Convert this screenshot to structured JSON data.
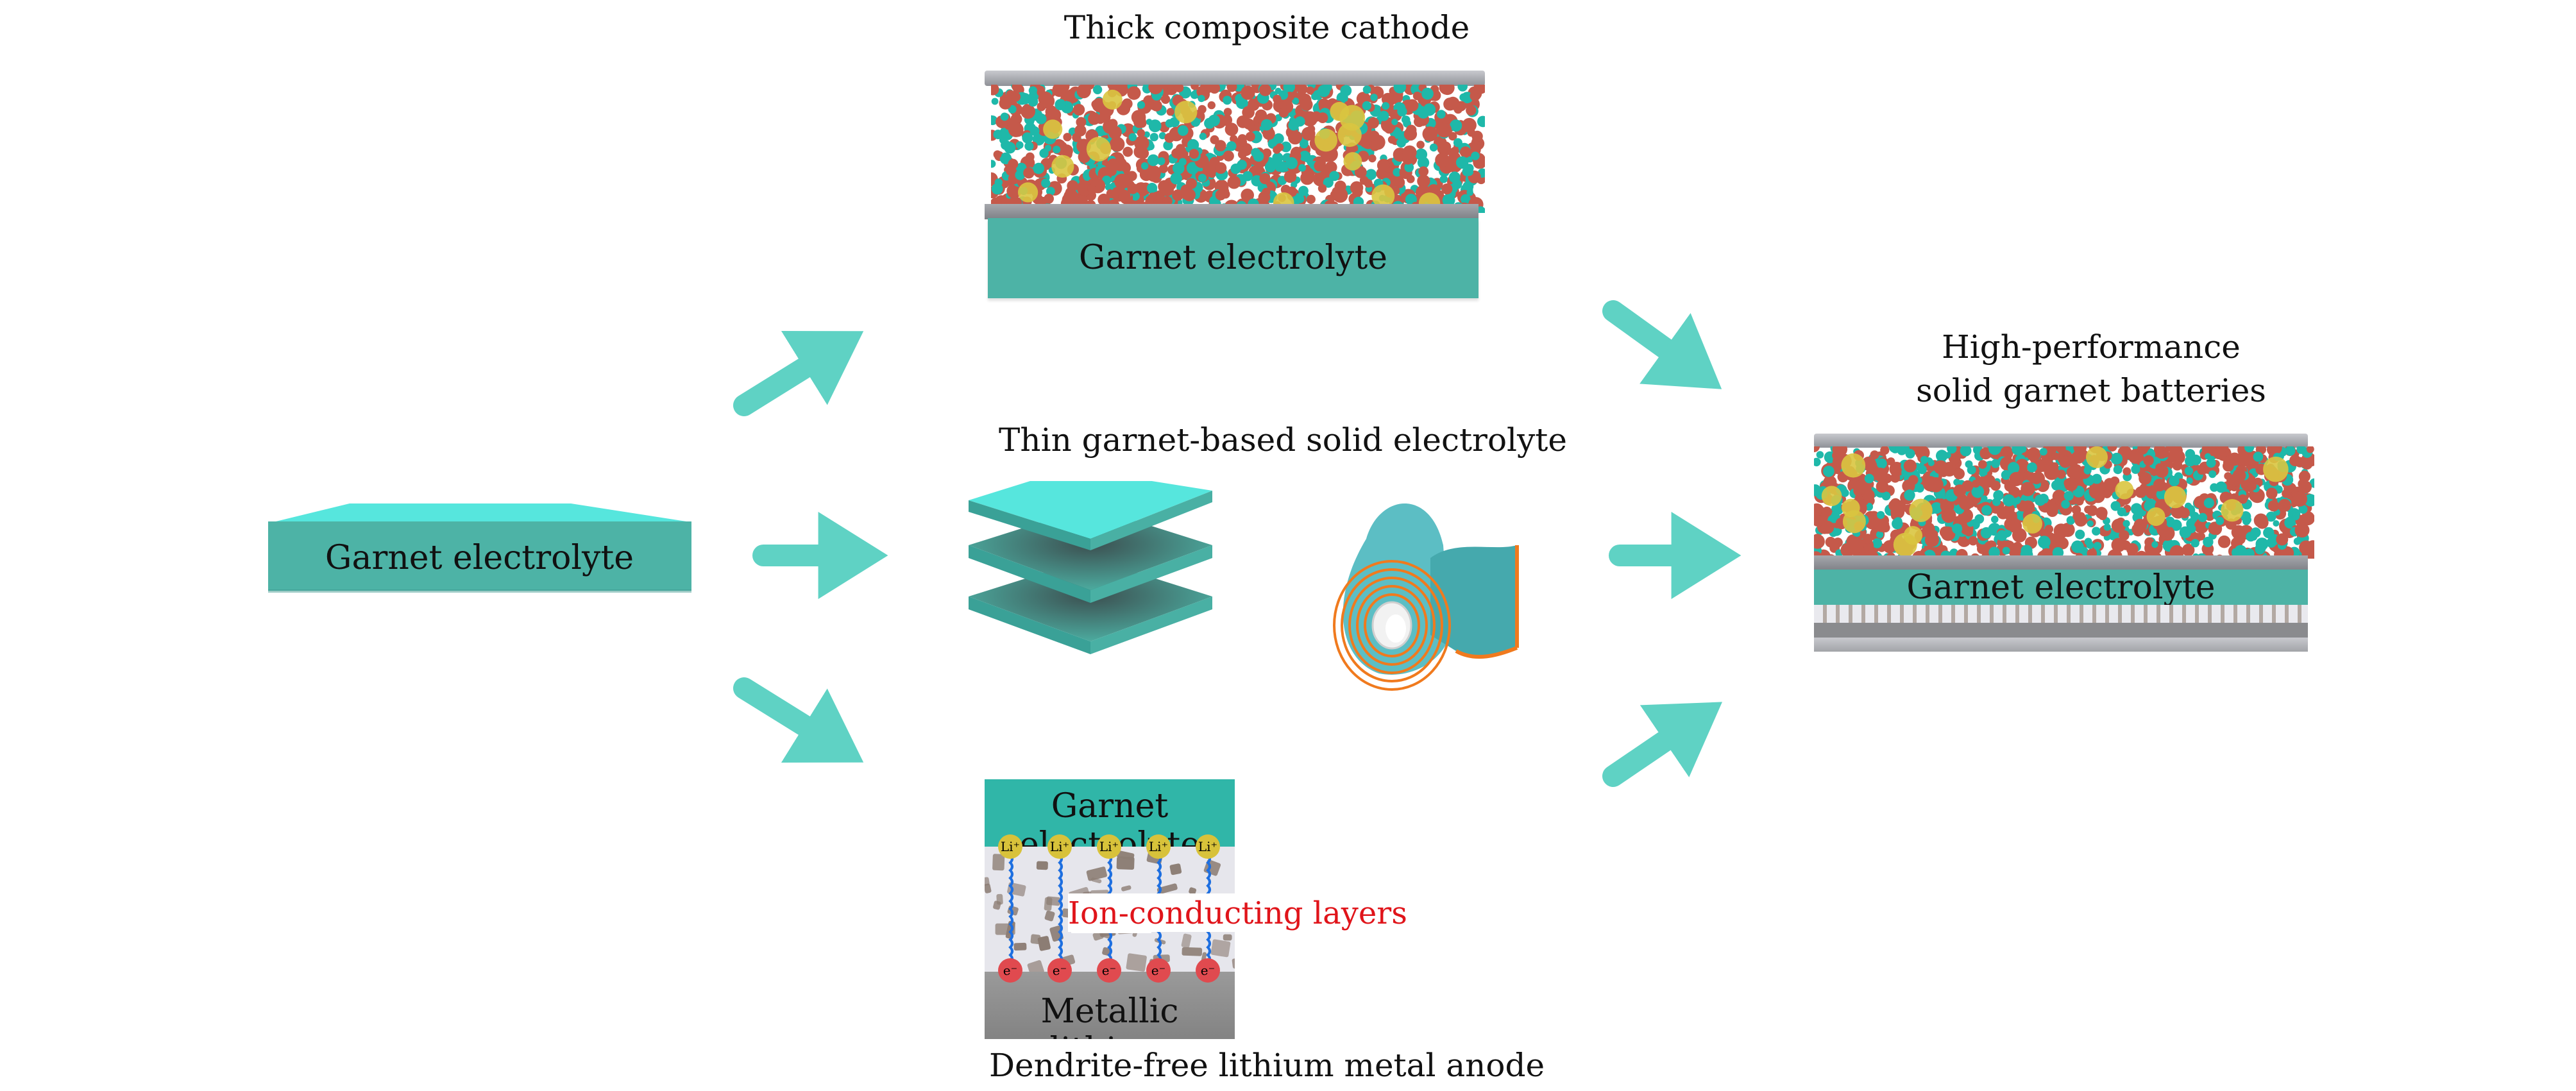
{
  "colors": {
    "garnet_top": "#56e6dd",
    "garnet_front": "#4db3a6",
    "arrow": "#5fd2c4",
    "current_collector": "#9a9ca3",
    "particle_red": "#c5594a",
    "particle_teal": "#1fb8a9",
    "particle_yellow": "#d9c540",
    "roll_stripe": "#f07a1e",
    "ion_label": "#e0141a",
    "li_ion": "#d8c23a",
    "electron": "#e04a4f",
    "lithium_metal": "#8d8d8d",
    "interlayer": "#e6e6ec"
  },
  "left": {
    "slab_label": "Garnet electrolyte"
  },
  "top": {
    "caption": "Thick composite cathode",
    "slab_label": "Garnet electrolyte"
  },
  "middle": {
    "caption": "Thin garnet-based solid electrolyte"
  },
  "bottom": {
    "garnet_label": "Garnet electrolyte",
    "interlayer_label": "Ion-conducting layers",
    "metal_label": "Metallic lithium",
    "caption": "Dendrite-free lithium metal anode",
    "li_ion_symbol": "Li⁺",
    "electron_symbol": "e⁻",
    "ion_count": 5
  },
  "right": {
    "caption_line1": "High-performance",
    "caption_line2": "solid garnet batteries",
    "slab_label": "Garnet electrolyte"
  }
}
